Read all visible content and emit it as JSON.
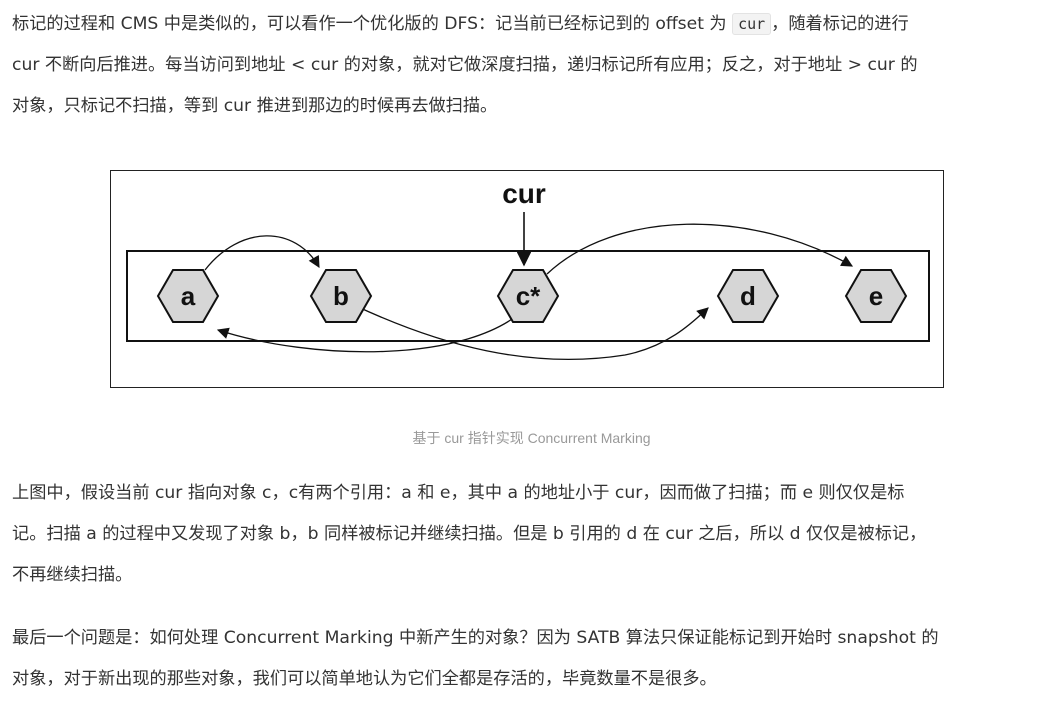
{
  "paragraph1": {
    "l1a": "标记的过程和 CMS 中是类似的，可以看作一个优化版的 DFS：记当前已经标记到的 offset 为",
    "l1code": "cur",
    "l1b": "，随着标记的进行",
    "l2": "cur 不断向后推进。每当访问到地址 < cur 的对象，就对它做深度扫描，递归标记所有应用；反之，对于地址 > cur 的",
    "l3": "对象，只标记不扫描，等到 cur 推进到那边的时候再去做扫描。"
  },
  "figure": {
    "pointer_label": "cur",
    "nodes": [
      "a",
      "b",
      "c*",
      "d",
      "e"
    ],
    "caption": "基于 cur 指针实现 Concurrent Marking"
  },
  "paragraph2": {
    "l1": "上图中，假设当前 cur 指向对象 c，c有两个引用：a 和 e，其中 a 的地址小于 cur，因而做了扫描；而 e 则仅仅是标",
    "l2": "记。扫描 a 的过程中又发现了对象 b，b 同样被标记并继续扫描。但是 b 引用的 d 在 cur 之后，所以 d 仅仅是被标记，",
    "l3": "不再继续扫描。"
  },
  "paragraph3": {
    "l1": "最后一个问题是：如何处理 Concurrent Marking 中新产生的对象？因为 SATB 算法只保证能标记到开始时 snapshot 的",
    "l2": "对象，对于新出现的那些对象，我们可以简单地认为它们全都是存活的，毕竟数量不是很多。"
  }
}
